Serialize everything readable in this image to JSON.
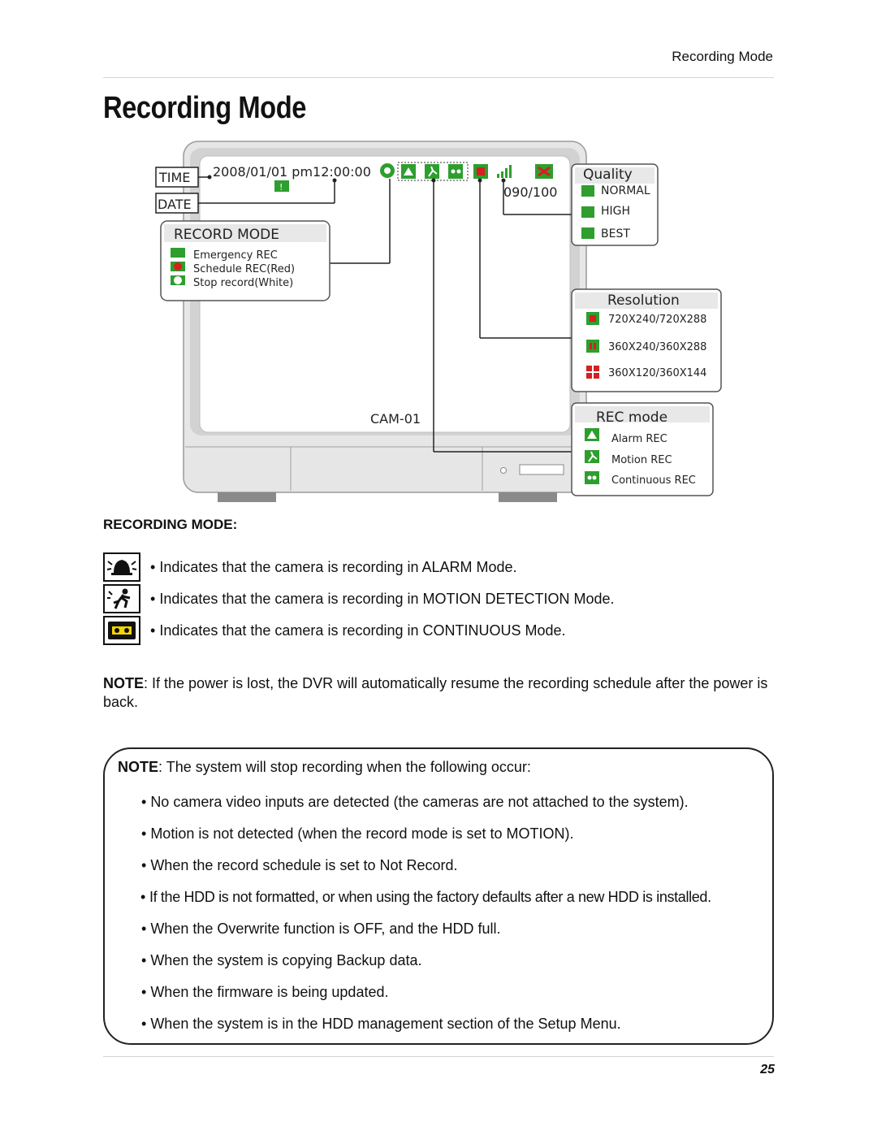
{
  "header": {
    "running_title": "Recording Mode"
  },
  "page_title": "Recording Mode",
  "diagram": {
    "time_label": "TIME",
    "date_label": "DATE",
    "datetime": "2008/01/01 pm12:00:00",
    "counter": "090/100",
    "camera_label": "CAM-01",
    "record_mode_box": {
      "title": "RECORD MODE",
      "items": [
        "Emergency REC",
        "Schedule REC(Red)",
        "Stop record(White)"
      ]
    },
    "quality_box": {
      "title": "Quality",
      "items": [
        "NORMAL",
        "HIGH",
        "BEST"
      ]
    },
    "resolution_box": {
      "title": "Resolution",
      "items": [
        "720X240/720X288",
        "360X240/360X288",
        "360X120/360X144"
      ]
    },
    "rec_mode_box": {
      "title": "REC mode",
      "items": [
        "Alarm REC",
        "Motion REC",
        "Continuous REC"
      ]
    },
    "colors": {
      "green_icon": "#2e9e2e",
      "red_icon": "#d42020",
      "frame_gray": "#e4e4e4",
      "leg_gray": "#8a8a8a"
    }
  },
  "recording_mode": {
    "heading": "RECORDING MODE:",
    "items": [
      {
        "icon": "alarm-bell-icon",
        "text": "Indicates that the camera is recording in ALARM Mode."
      },
      {
        "icon": "motion-runner-icon",
        "text": "Indicates that the camera is recording in MOTION DETECTION Mode."
      },
      {
        "icon": "cassette-tape-icon",
        "text": "Indicates that the camera is recording in CONTINUOUS Mode."
      }
    ]
  },
  "note_power": {
    "label": "NOTE",
    "text": ": If the power is lost, the DVR will automatically resume the recording schedule after the power is back."
  },
  "note_box": {
    "label": "NOTE",
    "text": ": The system will stop recording when the following occur:",
    "items": [
      "No camera video inputs are detected (the cameras are not attached to the system).",
      "Motion is not detected (when the record mode is set to MOTION).",
      "When the record schedule is set to Not Record.",
      "If the HDD is not formatted, or when using the factory defaults after a new HDD is installed.",
      "When the Overwrite function is OFF, and the HDD full.",
      "When the system is copying Backup data.",
      "When the firmware is being updated.",
      "When the system is in the HDD management section of the Setup Menu."
    ]
  },
  "bullet_glyph": "•",
  "page_number": "25"
}
